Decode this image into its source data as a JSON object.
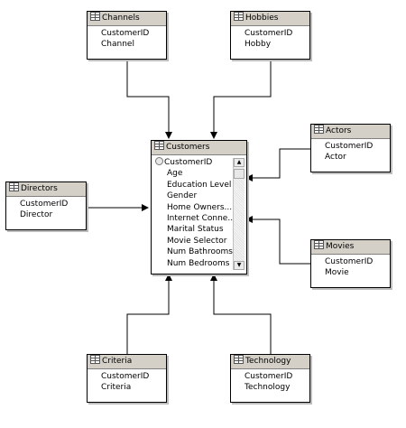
{
  "tables": {
    "channels": {
      "title": "Channels",
      "fields": [
        "CustomerID",
        "Channel"
      ]
    },
    "hobbies": {
      "title": "Hobbies",
      "fields": [
        "CustomerID",
        "Hobby"
      ]
    },
    "actors": {
      "title": "Actors",
      "fields": [
        "CustomerID",
        "Actor"
      ]
    },
    "directors": {
      "title": "Directors",
      "fields": [
        "CustomerID",
        "Director"
      ]
    },
    "movies": {
      "title": "Movies",
      "fields": [
        "CustomerID",
        "Movie"
      ]
    },
    "criteria": {
      "title": "Criteria",
      "fields": [
        "CustomerID",
        "Criteria"
      ]
    },
    "technology": {
      "title": "Technology",
      "fields": [
        "CustomerID",
        "Technology"
      ]
    },
    "customers": {
      "title": "Customers",
      "fields": [
        "CustomerID",
        "Age",
        "Education Level",
        "Gender",
        "Home Owners...",
        "Internet Conne...",
        "Marital Status",
        "Movie Selector",
        "Num Bathrooms",
        "Num Bedrooms"
      ]
    }
  },
  "icons": {
    "table": "table-icon",
    "key": "key-icon"
  }
}
